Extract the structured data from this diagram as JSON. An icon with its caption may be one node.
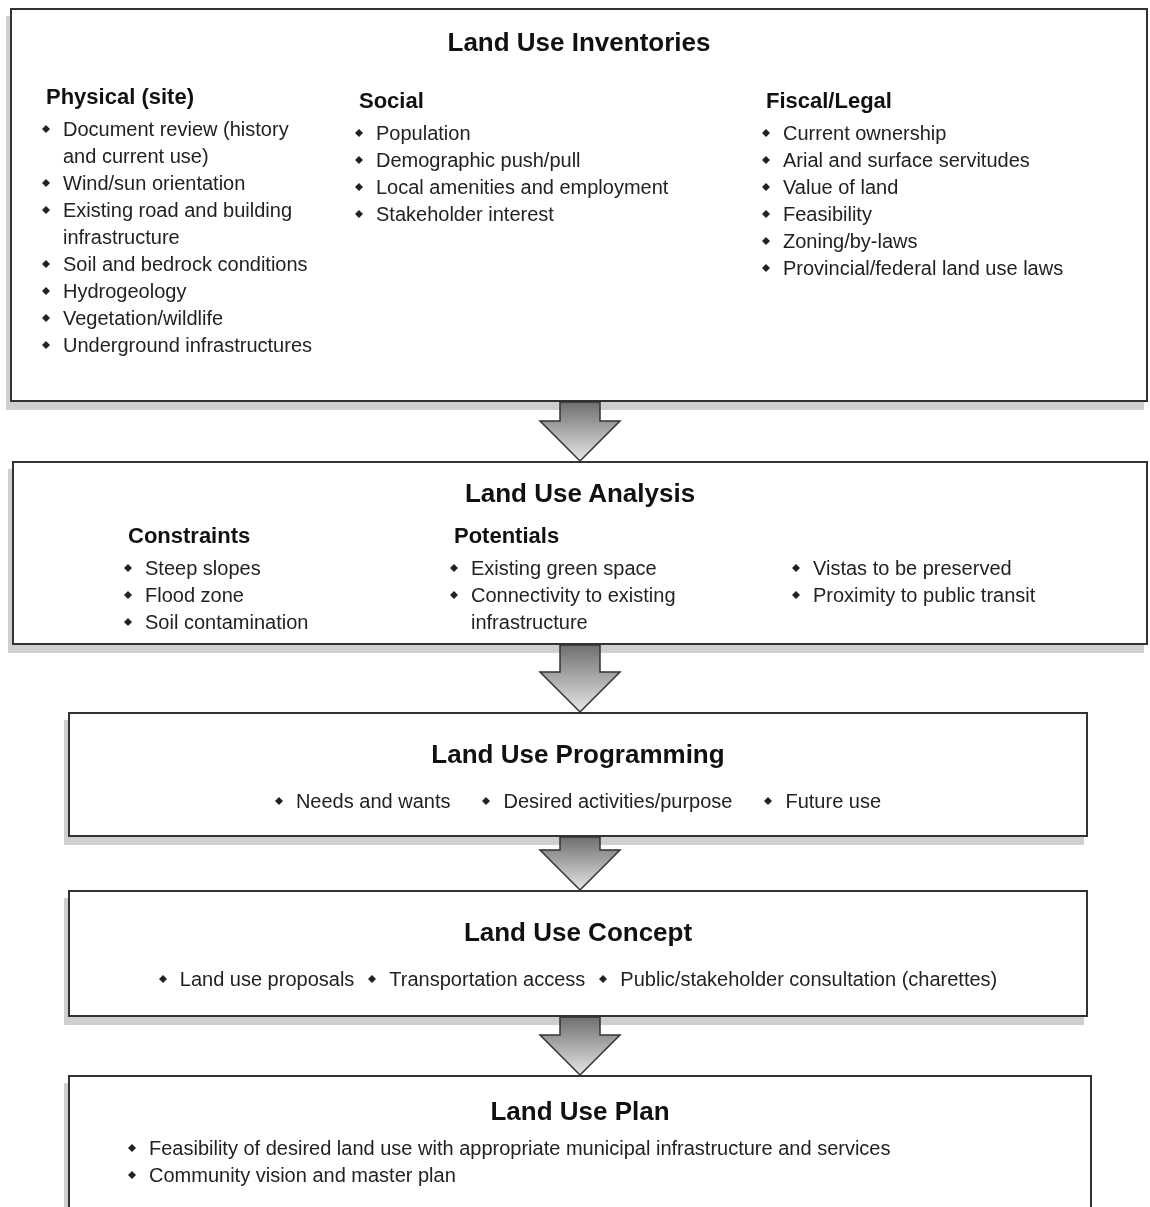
{
  "diagram": {
    "nodes": [
      {
        "text": [
          "Land Use Inventories",
          "Physical (site)",
          "Document review (history and current use)",
          "Wind/sun orientation",
          "Existing road and building infrastructure",
          "Soil and bedrock conditions",
          "Hydrogeology",
          "Vegetation/wildlife",
          "Underground infrastructures",
          "Social",
          "Population",
          "Demographic push/pull",
          "Local amenities and employment",
          "Stakeholder interest",
          "Fiscal/Legal",
          "Current ownership",
          "Arial and surface servitudes",
          "Value of land",
          "Feasibility",
          "Zoning/by-laws",
          "Provincial/federal land use laws"
        ]
      },
      {
        "text": [
          "Land Use Analysis",
          "Constraints",
          "Steep slopes",
          "Flood zone",
          "Soil contamination",
          "Potentials",
          "Existing green space",
          "Connectivity to existing infrastructure",
          "Vistas to be preserved",
          "Proximity to public transit"
        ]
      },
      {
        "text": [
          "Land Use Programming",
          "Needs and wants",
          "Desired activities/purpose",
          "Future use"
        ]
      },
      {
        "text": [
          "Land Use Concept",
          "Land use proposals",
          "Transportation access",
          "Public/stakeholder consultation (charettes)"
        ]
      },
      {
        "text": [
          "Land Use Plan",
          "Feasibility of desired land use with appropriate municipal infrastructure and services",
          "Community vision and master plan"
        ]
      }
    ],
    "edges": [
      {
        "from": 0,
        "to": 1,
        "arrow": "to"
      },
      {
        "from": 1,
        "to": 2,
        "arrow": "to"
      },
      {
        "from": 2,
        "to": 3,
        "arrow": "to"
      },
      {
        "from": 3,
        "to": 4,
        "arrow": "to"
      }
    ]
  }
}
